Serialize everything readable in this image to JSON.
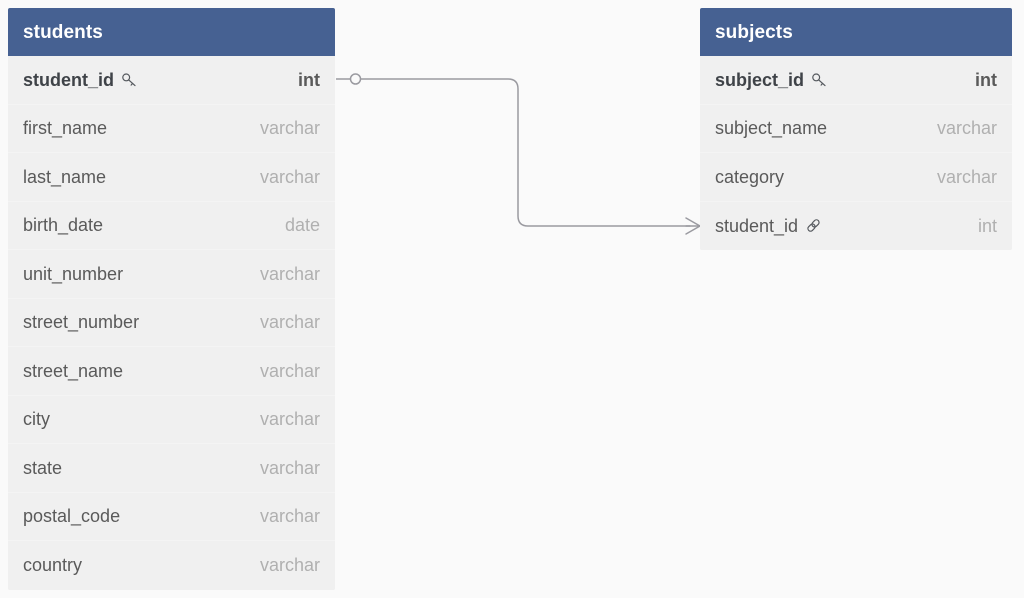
{
  "diagram": {
    "type": "entity-relationship-diagram",
    "background_color": "#fafafa",
    "header_color": "#466192",
    "row_color": "#f0f0f0",
    "edge_color": "#9a9aa0"
  },
  "entities": [
    {
      "id": "students",
      "name": "students",
      "fields": [
        {
          "name": "student_id",
          "type": "int",
          "key": "primary",
          "icon": "key-icon"
        },
        {
          "name": "first_name",
          "type": "varchar",
          "key": "",
          "icon": ""
        },
        {
          "name": "last_name",
          "type": "varchar",
          "key": "",
          "icon": ""
        },
        {
          "name": "birth_date",
          "type": "date",
          "key": "",
          "icon": ""
        },
        {
          "name": "unit_number",
          "type": "varchar",
          "key": "",
          "icon": ""
        },
        {
          "name": "street_number",
          "type": "varchar",
          "key": "",
          "icon": ""
        },
        {
          "name": "street_name",
          "type": "varchar",
          "key": "",
          "icon": ""
        },
        {
          "name": "city",
          "type": "varchar",
          "key": "",
          "icon": ""
        },
        {
          "name": "state",
          "type": "varchar",
          "key": "",
          "icon": ""
        },
        {
          "name": "postal_code",
          "type": "varchar",
          "key": "",
          "icon": ""
        },
        {
          "name": "country",
          "type": "varchar",
          "key": "",
          "icon": ""
        }
      ]
    },
    {
      "id": "subjects",
      "name": "subjects",
      "fields": [
        {
          "name": "subject_id",
          "type": "int",
          "key": "primary",
          "icon": "key-icon"
        },
        {
          "name": "subject_name",
          "type": "varchar",
          "key": "",
          "icon": ""
        },
        {
          "name": "category",
          "type": "varchar",
          "key": "",
          "icon": ""
        },
        {
          "name": "student_id",
          "type": "int",
          "key": "foreign",
          "icon": "link-icon"
        }
      ]
    }
  ],
  "relationships": [
    {
      "from_entity": "students",
      "from_field": "student_id",
      "to_entity": "subjects",
      "to_field": "student_id",
      "from_cardinality": "one",
      "to_cardinality": "many",
      "notation": "crows-foot"
    }
  ]
}
